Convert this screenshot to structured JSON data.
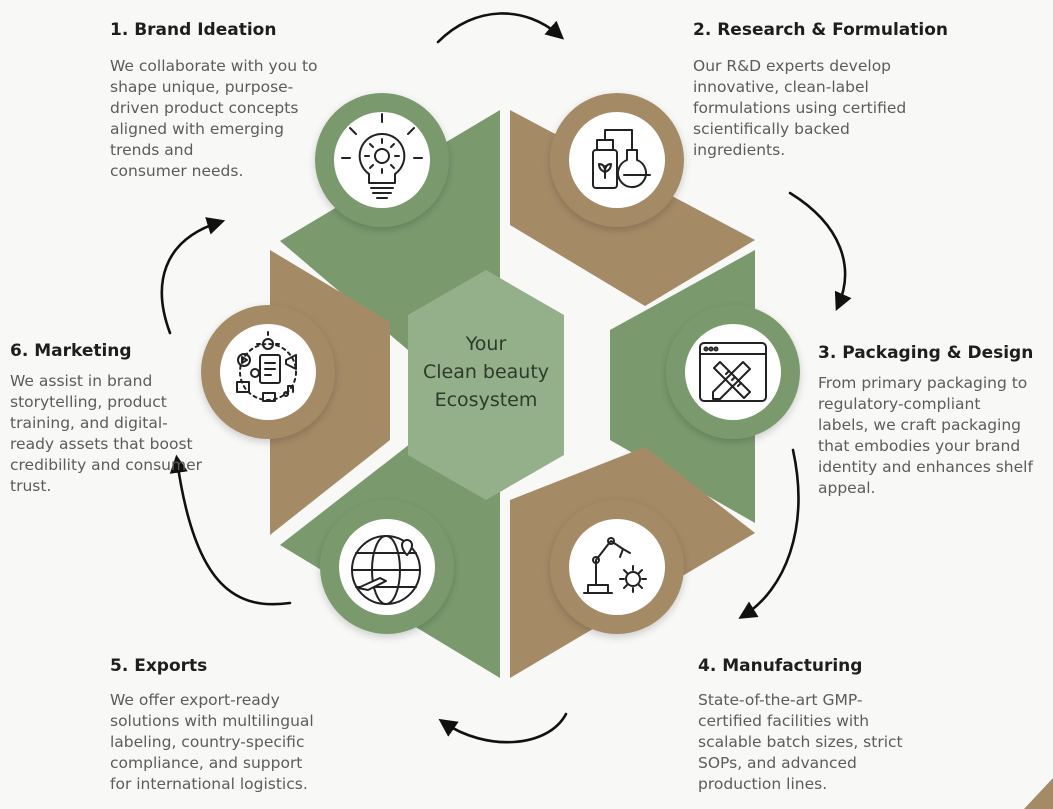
{
  "center": {
    "text": "Your\nClean beauty\nEcosystem"
  },
  "steps": [
    {
      "title": "1. Brand Ideation",
      "text": "We collaborate with you to\nshape unique, purpose-\ndriven product concepts\naligned with emerging\ntrends and\nconsumer needs.",
      "icon": "lightbulb-gear-icon"
    },
    {
      "title": "2. Research & Formulation",
      "text": "Our R&D experts develop\ninnovative, clean-label\nformulations using certified\nscientifically backed\ningredients.",
      "icon": "lab-flask-icon"
    },
    {
      "title": "3. Packaging & Design",
      "text": "From primary packaging to\nregulatory-compliant\nlabels, we craft packaging\nthat embodies your brand\nidentity and enhances shelf\nappeal.",
      "icon": "design-tools-icon"
    },
    {
      "title": "4. Manufacturing",
      "text": "State-of-the-art GMP-\ncertified facilities with\nscalable batch sizes, strict\nSOPs, and advanced\nproduction lines.",
      "icon": "robot-arm-icon"
    },
    {
      "title": "5. Exports",
      "text": "We offer export-ready\nsolutions with multilingual\nlabeling, country-specific\ncompliance, and support\nfor international logistics.",
      "icon": "globe-plane-icon"
    },
    {
      "title": "6. Marketing",
      "text": "We assist in brand\nstorytelling, product\ntraining, and digital-\nready assets that boost\ncredibility and consumer\ntrust.",
      "icon": "digital-marketing-icon"
    }
  ],
  "colors": {
    "green": "#7a9a6e",
    "brown": "#a58a66",
    "center_fill": "#93b08a",
    "background": "#f8f8f7",
    "arrow": "#111111"
  }
}
